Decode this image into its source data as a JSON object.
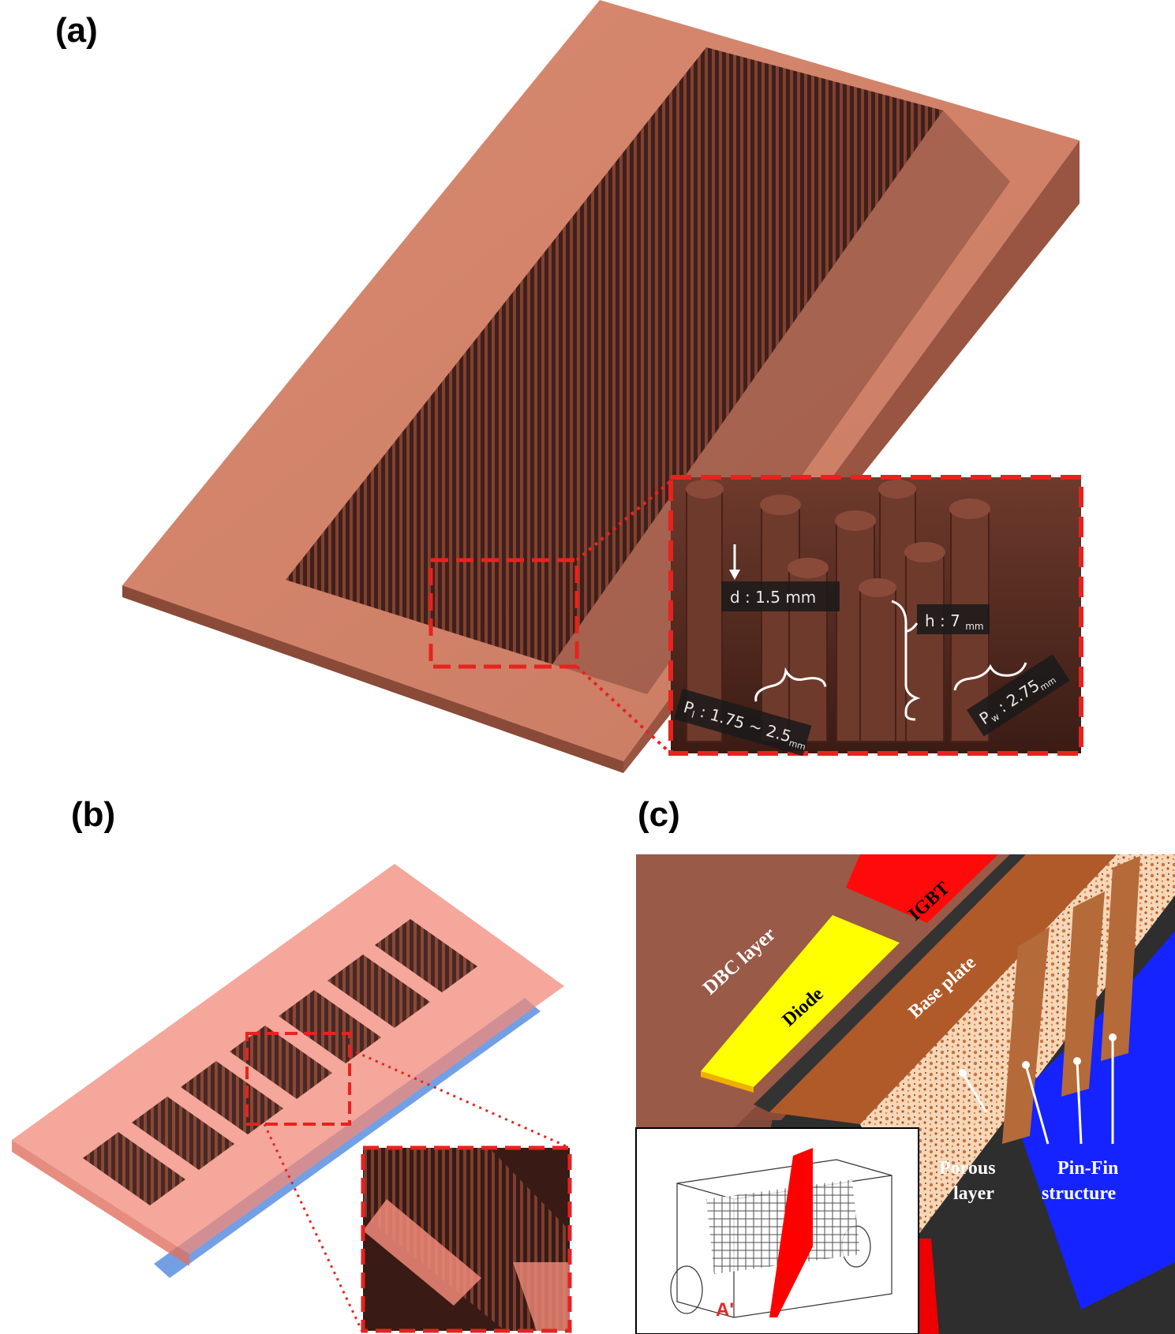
{
  "panels": {
    "a": {
      "label": "(a)",
      "callouts": {
        "diameter": "d : 1.5 mm",
        "height": "h : 7",
        "height_unit": "mm",
        "pitch_l_symbol": "P",
        "pitch_l_sub": "l",
        "pitch_l_value": " : 1.75 ~ 2.5",
        "pitch_l_unit": "mm",
        "pitch_w_symbol": "P",
        "pitch_w_sub": "w",
        "pitch_w_value": " : 2.75",
        "pitch_w_unit": "mm"
      }
    },
    "b": {
      "label": "(b)"
    },
    "c": {
      "label": "(c)",
      "labels": {
        "dbc": "DBC layer",
        "igbt": "IGBT",
        "diode": "Diode",
        "base_plate": "Base plate",
        "porous_1": "Porous",
        "porous_2": "layer",
        "pinfin_1": "Pin-Fin",
        "pinfin_2": "structure",
        "section": "A'"
      }
    }
  },
  "colors": {
    "copper_plate": "#d4826a",
    "copper_edge": "#8a4a38",
    "pin": "#5a2c22",
    "highlight_red": "#e8221f",
    "igbt_red": "#ff0a0a",
    "diode_yellow": "#ffff00",
    "pinfin_blue": "#1423ff",
    "base_brown": "#b05a2a",
    "pipe_blue": "#5b8fe0"
  }
}
